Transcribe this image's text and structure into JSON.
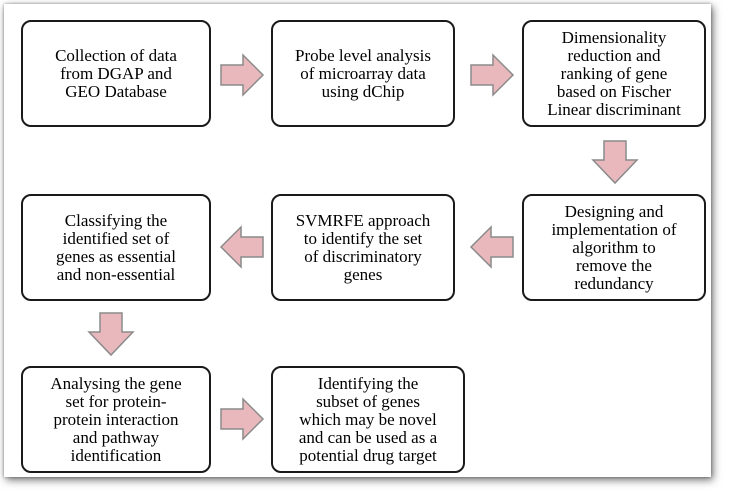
{
  "steps": [
    "Collection of data\nfrom DGAP and\nGEO Database",
    "Probe level analysis\nof microarray data\nusing dChip",
    "Dimensionality\nreduction and\nranking of gene\nbased on Fischer\nLinear discriminant",
    "Designing and\nimplementation of\nalgorithm to\nremove the\nredundancy",
    "SVMRFE approach\nto identify the set\nof discriminatory\ngenes",
    "Classifying the\nidentified set of\ngenes as essential\nand non-essential",
    "Analysing the gene\nset for protein-\nprotein interaction\nand pathway\nidentification",
    "Identifying the\nsubset of genes\nwhich may be novel\nand can be used as a\npotential drug target"
  ],
  "colors": {
    "arrow_fill": "#e8b8bd",
    "arrow_stroke": "#8a8a8a",
    "box_border": "#1a1a1a"
  },
  "icons": {
    "arrow_right": "arrow-right-icon",
    "arrow_left": "arrow-left-icon",
    "arrow_down": "arrow-down-icon"
  }
}
